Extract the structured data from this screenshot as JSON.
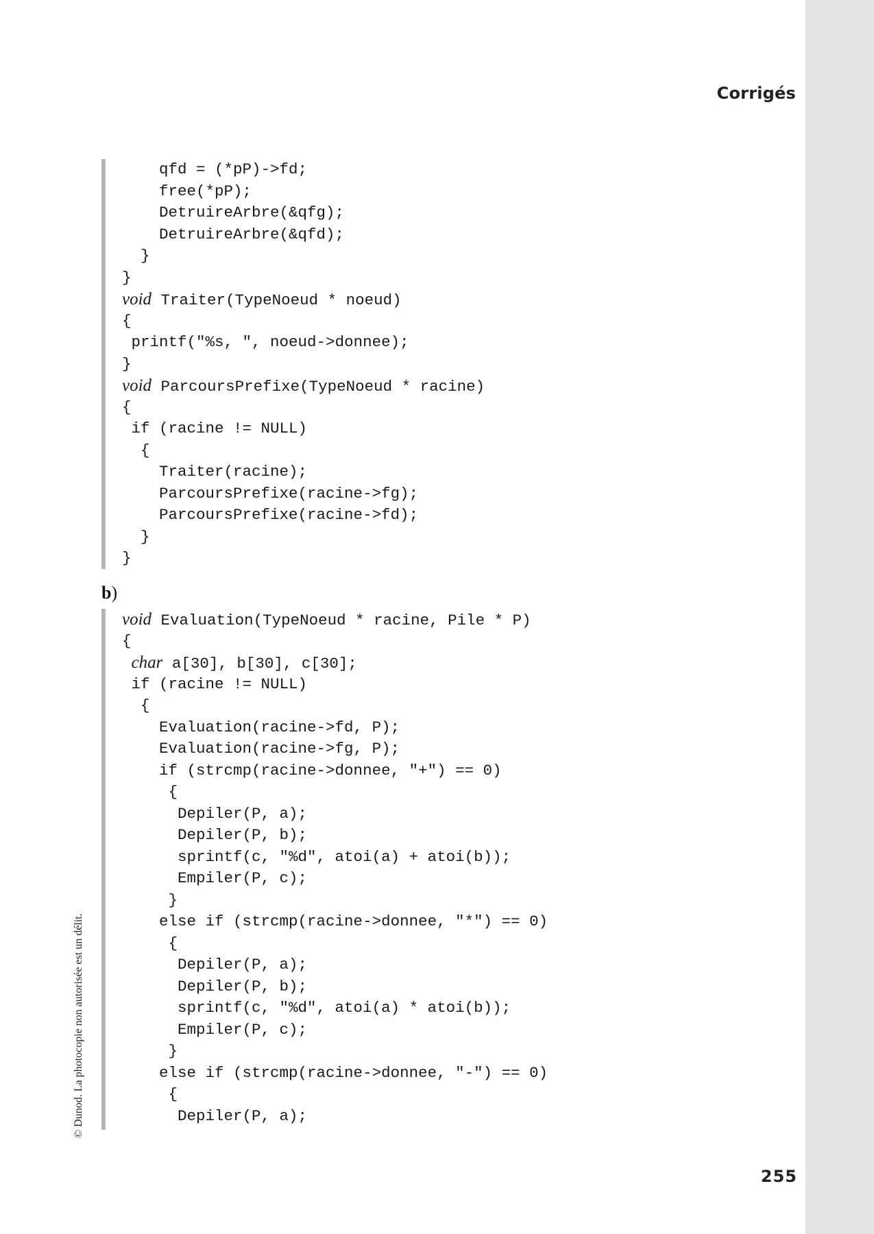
{
  "header": {
    "running_head": "Corrigés"
  },
  "footer": {
    "page_number": "255"
  },
  "margin_note": {
    "copyright": "© Dunod. La photocopie non autorisée est un délit."
  },
  "block_a": {
    "lines": [
      {
        "indent": "    ",
        "kw": "",
        "code": "qfd = (*pP)->fd;"
      },
      {
        "indent": "    ",
        "kw": "",
        "code": "free(*pP);"
      },
      {
        "indent": "    ",
        "kw": "",
        "code": "DetruireArbre(&qfg);"
      },
      {
        "indent": "    ",
        "kw": "",
        "code": "DetruireArbre(&qfd);"
      },
      {
        "indent": "  ",
        "kw": "",
        "code": "}"
      },
      {
        "indent": "",
        "kw": "",
        "code": "}"
      },
      {
        "indent": "",
        "kw": "void",
        "code": " Traiter(TypeNoeud * noeud)"
      },
      {
        "indent": "",
        "kw": "",
        "code": "{"
      },
      {
        "indent": " ",
        "kw": "",
        "code": "printf(\"%s, \", noeud->donnee);"
      },
      {
        "indent": "",
        "kw": "",
        "code": "}"
      },
      {
        "indent": "",
        "kw": "void",
        "code": " ParcoursPrefixe(TypeNoeud * racine)"
      },
      {
        "indent": "",
        "kw": "",
        "code": "{"
      },
      {
        "indent": " ",
        "kw": "",
        "code": "if (racine != NULL)"
      },
      {
        "indent": "  ",
        "kw": "",
        "code": "{"
      },
      {
        "indent": "    ",
        "kw": "",
        "code": "Traiter(racine);"
      },
      {
        "indent": "    ",
        "kw": "",
        "code": "ParcoursPrefixe(racine->fg);"
      },
      {
        "indent": "    ",
        "kw": "",
        "code": "ParcoursPrefixe(racine->fd);"
      },
      {
        "indent": "  ",
        "kw": "",
        "code": "}"
      },
      {
        "indent": "",
        "kw": "",
        "code": "}"
      }
    ]
  },
  "section_b": {
    "label_bold": "b",
    "label_rest": ")"
  },
  "block_b": {
    "lines": [
      {
        "indent": "",
        "kw": "void",
        "code": " Evaluation(TypeNoeud * racine, Pile * P)"
      },
      {
        "indent": "",
        "kw": "",
        "code": "{"
      },
      {
        "indent": " ",
        "kw": "char",
        "code": " a[30], b[30], c[30];"
      },
      {
        "indent": " ",
        "kw": "",
        "code": "if (racine != NULL)"
      },
      {
        "indent": "  ",
        "kw": "",
        "code": "{"
      },
      {
        "indent": "    ",
        "kw": "",
        "code": "Evaluation(racine->fd, P);"
      },
      {
        "indent": "    ",
        "kw": "",
        "code": "Evaluation(racine->fg, P);"
      },
      {
        "indent": "    ",
        "kw": "",
        "code": "if (strcmp(racine->donnee, \"+\") == 0)"
      },
      {
        "indent": "     ",
        "kw": "",
        "code": "{"
      },
      {
        "indent": "      ",
        "kw": "",
        "code": "Depiler(P, a);"
      },
      {
        "indent": "      ",
        "kw": "",
        "code": "Depiler(P, b);"
      },
      {
        "indent": "      ",
        "kw": "",
        "code": "sprintf(c, \"%d\", atoi(a) + atoi(b));"
      },
      {
        "indent": "      ",
        "kw": "",
        "code": "Empiler(P, c);"
      },
      {
        "indent": "     ",
        "kw": "",
        "code": "}"
      },
      {
        "indent": "    ",
        "kw": "",
        "code": "else if (strcmp(racine->donnee, \"*\") == 0)"
      },
      {
        "indent": "     ",
        "kw": "",
        "code": "{"
      },
      {
        "indent": "      ",
        "kw": "",
        "code": "Depiler(P, a);"
      },
      {
        "indent": "      ",
        "kw": "",
        "code": "Depiler(P, b);"
      },
      {
        "indent": "      ",
        "kw": "",
        "code": "sprintf(c, \"%d\", atoi(a) * atoi(b));"
      },
      {
        "indent": "      ",
        "kw": "",
        "code": "Empiler(P, c);"
      },
      {
        "indent": "     ",
        "kw": "",
        "code": "}"
      },
      {
        "indent": "    ",
        "kw": "",
        "code": "else if (strcmp(racine->donnee, \"-\") == 0)"
      },
      {
        "indent": "     ",
        "kw": "",
        "code": "{"
      },
      {
        "indent": "      ",
        "kw": "",
        "code": "Depiler(P, a);"
      }
    ]
  }
}
